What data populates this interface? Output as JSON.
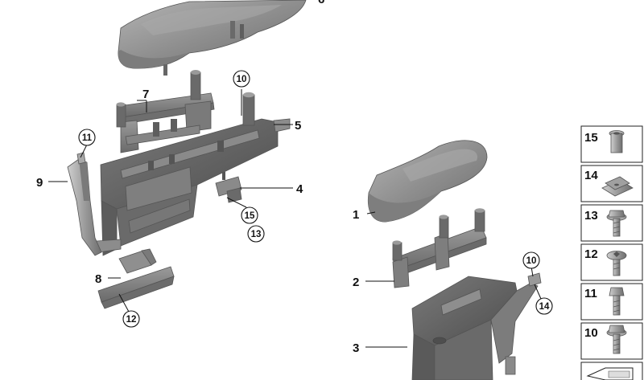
{
  "callouts": {
    "left_top": "6",
    "bracket_upper": "7",
    "fuse_box": "5",
    "clip_bracket": "4",
    "side_bracket": "9",
    "lower_holder": "8",
    "cover_right": "1",
    "frame_right": "2",
    "box_right": "3"
  },
  "circled": {
    "c10_left": "10",
    "c11": "11",
    "c15": "15",
    "c13": "13",
    "c12": "12",
    "c10_right": "10",
    "c14": "14"
  },
  "fastener_panel": {
    "items": [
      "15",
      "14",
      "13",
      "12",
      "11",
      "10"
    ]
  }
}
